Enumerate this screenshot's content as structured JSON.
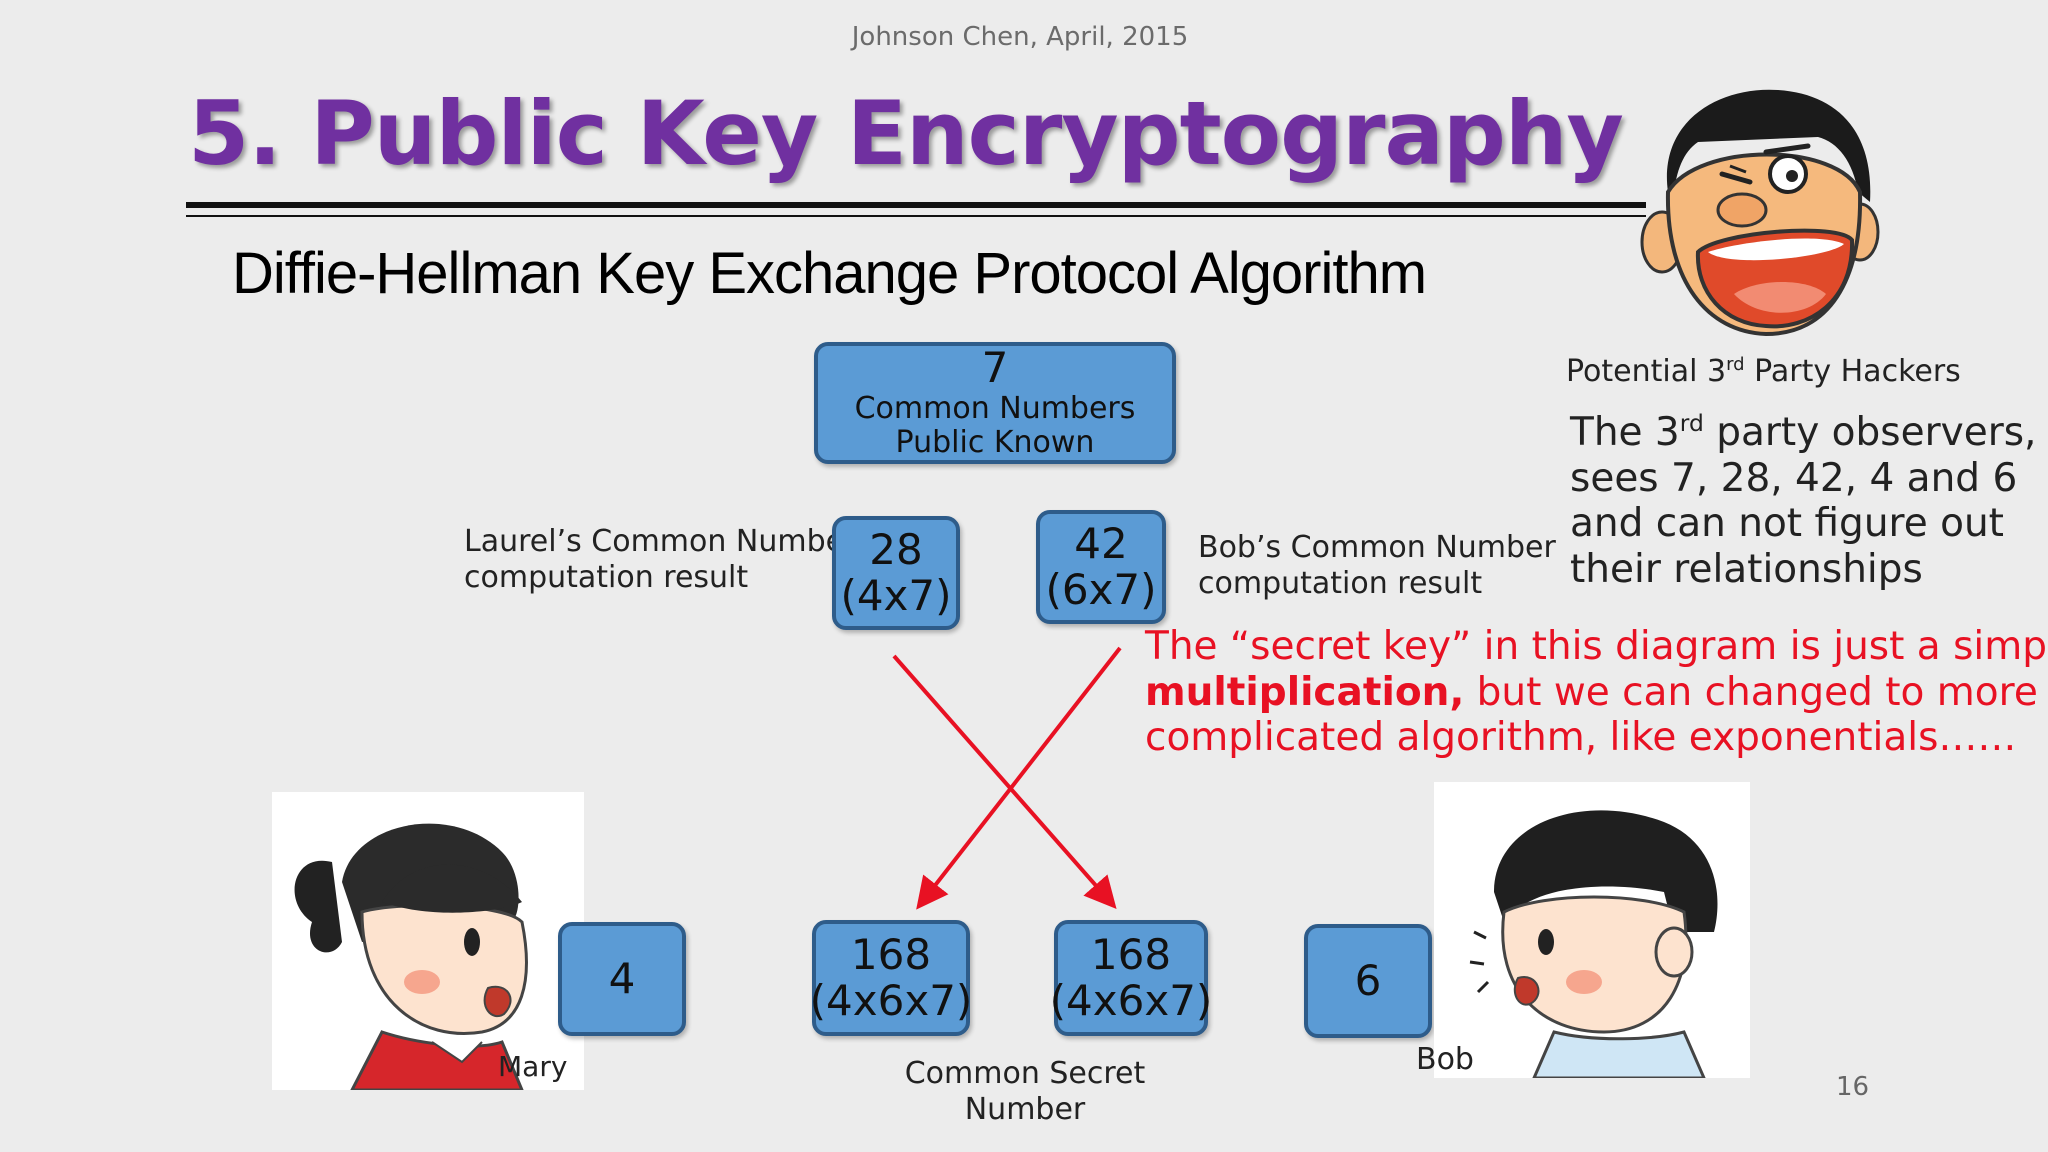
{
  "header": {
    "author": "Johnson Chen, April, 2015",
    "title": "5. Public Key Encryptography",
    "subtitle": "Diffie-Hellman Key Exchange Protocol Algorithm"
  },
  "common_box": {
    "number": "7",
    "line1": "Common Numbers",
    "line2": "Public Known"
  },
  "laurel": {
    "value": "28",
    "formula": "(4x7)",
    "label_line1": "Laurel’s Common Number",
    "label_line2": "computation result"
  },
  "bob_result": {
    "value": "42",
    "formula": "(6x7)",
    "label_line1": "Bob’s Common Number",
    "label_line2": "computation result"
  },
  "secret_left": {
    "value": "4"
  },
  "secret_right": {
    "value": "6"
  },
  "shared_left": {
    "value": "168",
    "formula": "(4x6x7)"
  },
  "shared_right": {
    "value": "168",
    "formula": "(4x6x7)"
  },
  "shared_label": {
    "line1": "Common Secret",
    "line2": "Number"
  },
  "people": {
    "left_name": "Mary",
    "right_name": "Bob"
  },
  "hacker": {
    "caption_pre": "Potential 3",
    "caption_sup": "rd",
    "caption_post": " Party Hackers",
    "obs_pre": "The 3",
    "obs_sup": "rd",
    "obs_line1_post": " party observers,",
    "obs_line2": "sees 7, 28, 42, 4 and 6",
    "obs_line3": "and can not figure out",
    "obs_line4": "their relationships"
  },
  "note": {
    "line1": "The “secret key” in this diagram is just a simple",
    "line2_bold": "multiplication,",
    "line2_rest": " but we can changed to more",
    "line3": "complicated algorithm, like exponentials……"
  },
  "colors": {
    "title": "#7030a0",
    "box_fill": "#5b9bd5",
    "box_border": "#2e5c8a",
    "arrow": "#e81123",
    "note": "#e81123"
  },
  "icons": [
    "angry-face-icon",
    "girl-portrait-icon",
    "boy-portrait-icon"
  ],
  "page_number": "16"
}
